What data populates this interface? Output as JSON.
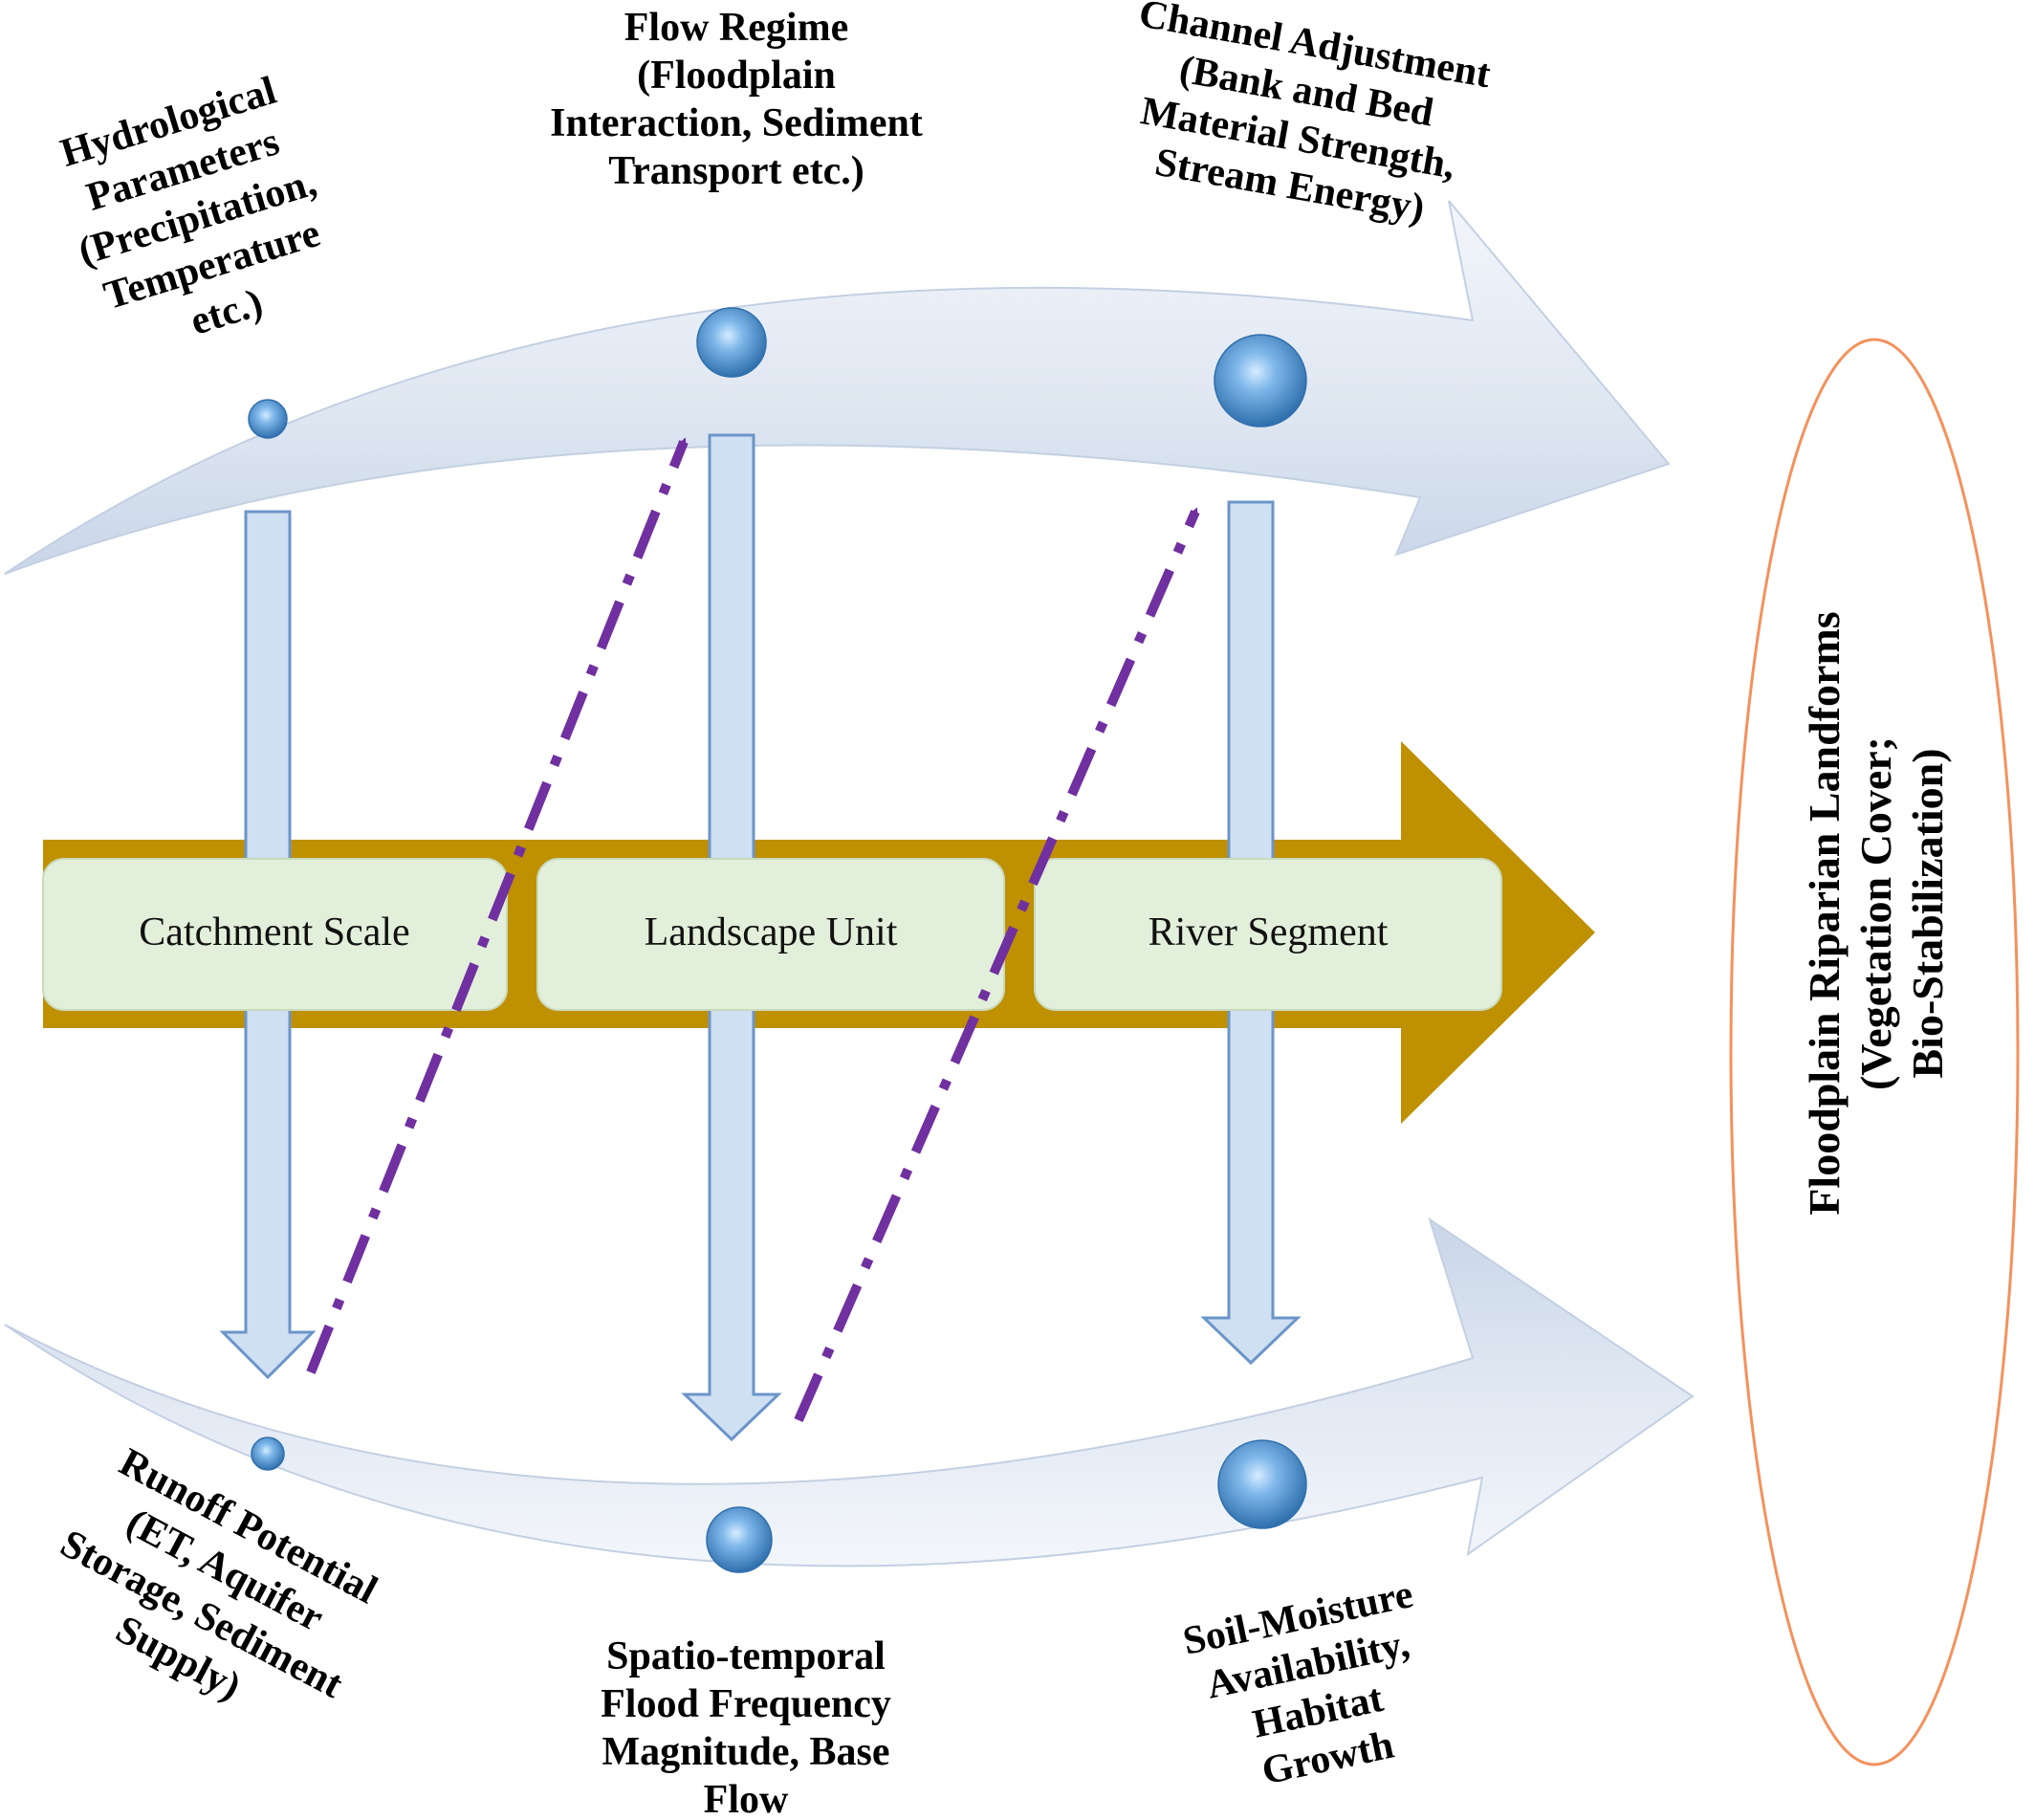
{
  "top_labels": {
    "hydrological": [
      "Hydrological",
      "Parameters",
      "(Precipitation,",
      "Temperature",
      "etc.)"
    ],
    "flow_regime": [
      "Flow  Regime",
      "(Floodplain",
      "Interaction, Sediment",
      "Transport  etc.)"
    ],
    "channel_adjustment": [
      "Channel Adjustment",
      "(Bank and Bed",
      "Material Strength,",
      "Stream Energy)"
    ]
  },
  "bottom_labels": {
    "runoff": [
      "Runoff Potential",
      "(ET, Aquifer",
      "Storage, Sediment",
      "Supply)"
    ],
    "flood_frequency": [
      "Spatio-temporal",
      "Flood Frequency",
      "Magnitude, Base",
      "Flow"
    ],
    "soil_moisture": [
      "Soil-Moisture",
      "Availability,",
      "Habitat",
      "Growth"
    ]
  },
  "scales": {
    "catchment": "Catchment  Scale",
    "landscape": "Landscape  Unit",
    "river": "River  Segment"
  },
  "outcome": {
    "line1": "Floodplain Riparian Landforms",
    "line2": "(Vegetation Cover;",
    "line3": "Bio-Stabilization)"
  },
  "colors": {
    "main_arrow": "#bf9000",
    "scale_box": "#e2efda",
    "curved_arrow": "#dde6f2",
    "vertical_arrow": "#cfe0f3",
    "dashed_arrow": "#7030a0",
    "bead": "#5b9bd5",
    "outcome_ellipse": "#f4915c"
  }
}
